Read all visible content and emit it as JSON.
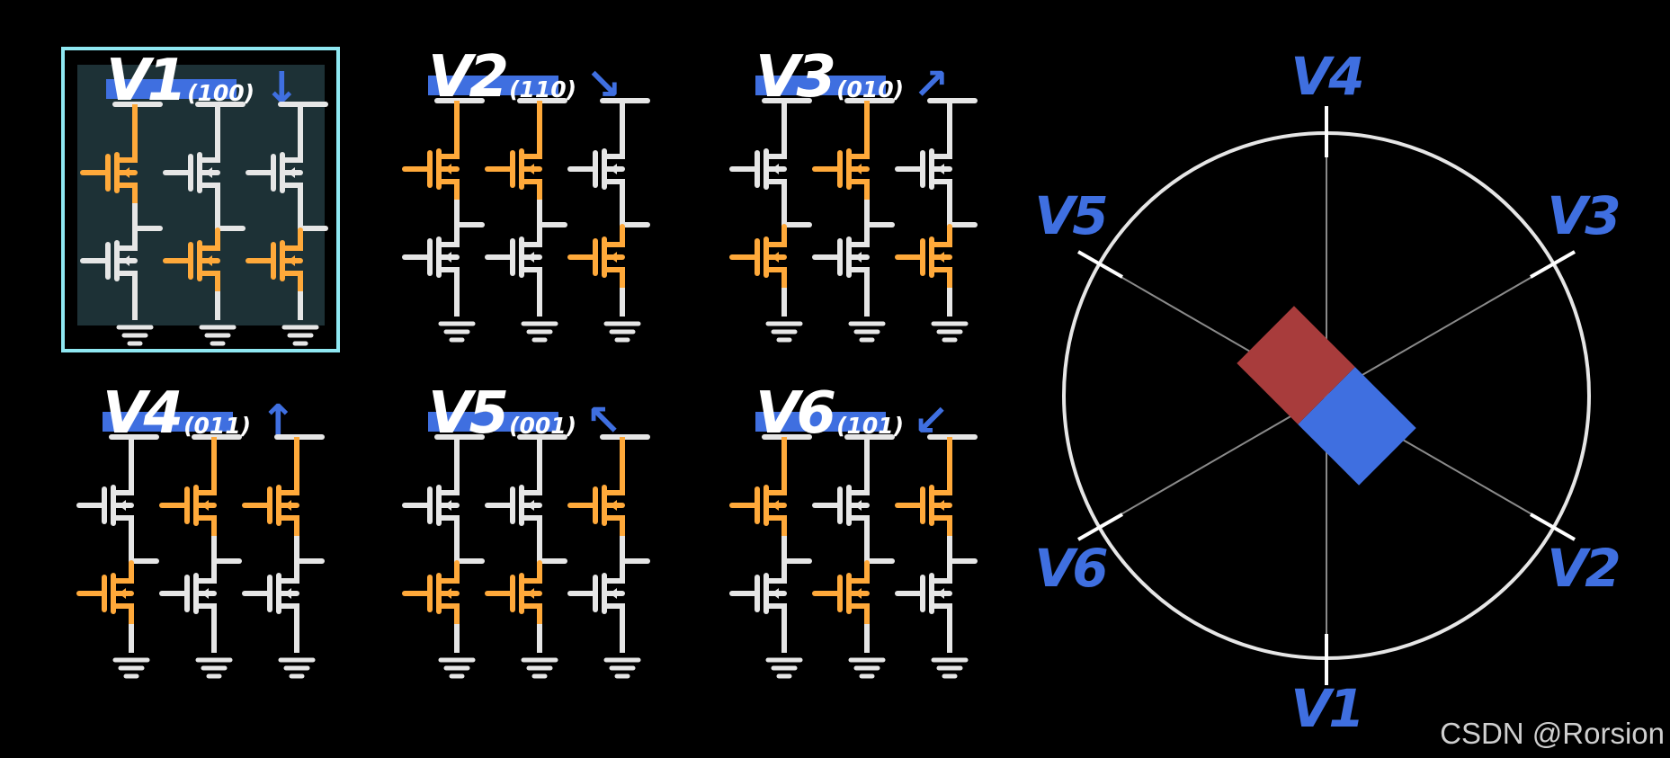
{
  "states": [
    {
      "name": "V1",
      "code": "(100)",
      "arrow": "↓",
      "on": [
        true,
        false,
        false,
        false,
        true,
        true
      ],
      "selected": true
    },
    {
      "name": "V2",
      "code": "(110)",
      "arrow": "↘",
      "on": [
        true,
        true,
        false,
        false,
        false,
        true
      ],
      "selected": false
    },
    {
      "name": "V3",
      "code": "(010)",
      "arrow": "↗",
      "on": [
        false,
        true,
        false,
        true,
        false,
        true
      ],
      "selected": false
    },
    {
      "name": "V4",
      "code": "(011)",
      "arrow": "↑",
      "on": [
        false,
        true,
        true,
        true,
        false,
        false
      ],
      "selected": false
    },
    {
      "name": "V5",
      "code": "(001)",
      "arrow": "↖",
      "on": [
        false,
        false,
        true,
        true,
        true,
        false
      ],
      "selected": false
    },
    {
      "name": "V6",
      "code": "(101)",
      "arrow": "↙",
      "on": [
        true,
        false,
        true,
        false,
        true,
        false
      ],
      "selected": false
    }
  ],
  "vector_diagram": {
    "labels": {
      "top": "V4",
      "upper_right": "V3",
      "lower_right": "V2",
      "bottom": "V1",
      "lower_left": "V6",
      "upper_left": "V5"
    },
    "rotor_angle_deg": 135
  },
  "colors": {
    "on": "#ffa93a",
    "off": "#e6e6e6",
    "accent": "#3f6fe0",
    "highlight": "#8fe8f2",
    "north": "#3f6fe0",
    "south": "#a83c3c"
  },
  "watermark": "CSDN @Rorsion"
}
